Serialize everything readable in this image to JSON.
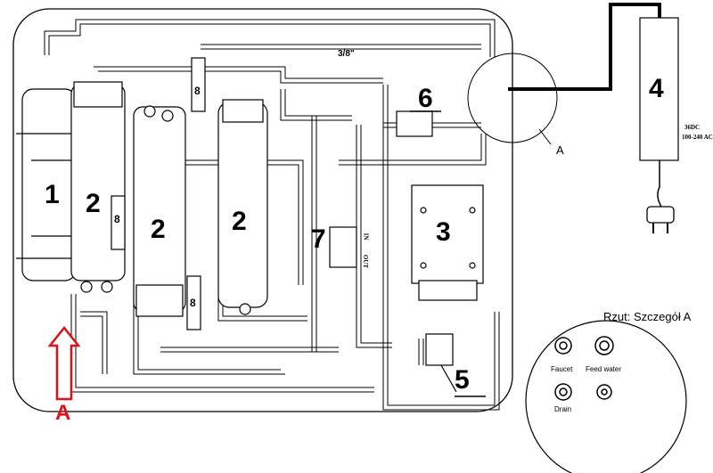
{
  "components": {
    "prefilter_1": "1",
    "prefilter_2a": "2",
    "prefilter_2b": "2",
    "membrane_2c": "2",
    "pump_3": "3",
    "transformer_4": "4",
    "pressure_switch_5": "5",
    "solenoid_6": "6",
    "flow_7": "7",
    "check_8a": "8",
    "check_8b": "8",
    "check_8c": "8"
  },
  "labels": {
    "tube_size": "3/8\"",
    "detail_callout": "A",
    "inlet_marker": "A",
    "flow_in": "IN",
    "flow_out": "OUT",
    "power_dc": "36DC",
    "power_ac": "100-240 AC"
  },
  "detail_view": {
    "title": "Rzut: Szczegół A",
    "faucet": "Faucet",
    "feed_water": "Feed water",
    "drain": "Drain"
  },
  "colors": {
    "line": "#000000",
    "inlet_arrow": "#e0101a"
  }
}
